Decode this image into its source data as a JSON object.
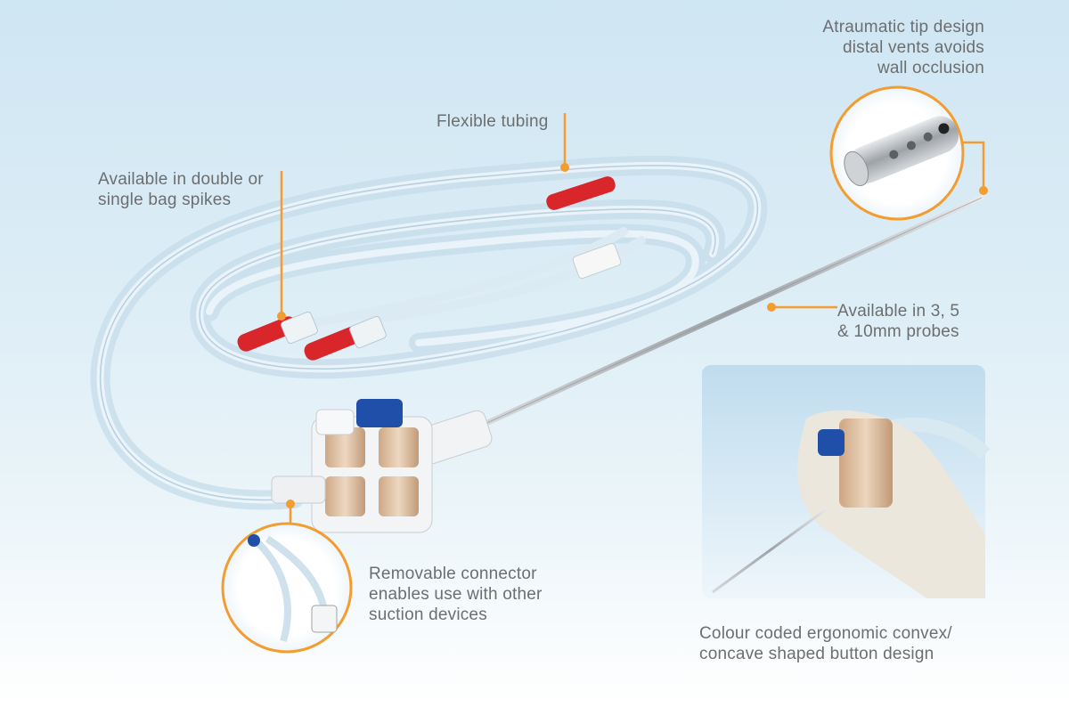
{
  "annotations": {
    "bag_spikes": "Available in double or\nsingle bag spikes",
    "flexible_tubing": "Flexible tubing",
    "tip_design": "Atraumatic tip design\ndistal vents avoids\nwall occlusion",
    "probes": "Available in 3, 5\n& 10mm probes",
    "connector": "Removable connector\nenables use with other\nsuction devices",
    "button_design": "Colour coded ergonomic convex/\nconcave shaped button design"
  },
  "colors": {
    "accent_orange": "#f39c2f",
    "label_gray": "#6d6e70",
    "spike_red": "#d8262a",
    "button_blue": "#1f4fa8",
    "tubing": "#d7e9f3",
    "probe_steel": "#a9adb1"
  }
}
